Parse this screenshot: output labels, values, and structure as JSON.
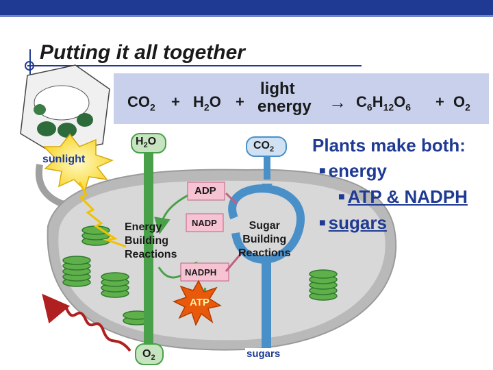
{
  "title": "Putting it all together",
  "equation": {
    "co2": "CO",
    "co2_sub": "2",
    "plus1": "+",
    "h2o": "H",
    "h2o_sub": "2",
    "h2o_o": "O",
    "plus2": "+",
    "light": "light",
    "energy": "energy",
    "arrow": "→",
    "c6": "C",
    "c6_sub": "6",
    "h12": "H",
    "h12_sub": "12",
    "o6": "O",
    "o6_sub": "6",
    "plus3": "+",
    "o2": "O",
    "o2_sub": "2"
  },
  "diagram": {
    "sunlight": "sunlight",
    "h2o": "H",
    "h2o_sub": "2",
    "h2o_o": "O",
    "co2": "CO",
    "co2_sub": "2",
    "adp": "ADP",
    "nadp": "NADP",
    "energy_building": [
      "Energy",
      "Building",
      "Reactions"
    ],
    "sugar_building": [
      "Sugar",
      "Building",
      "Reactions"
    ],
    "nadph": "NADPH",
    "atp": "ATP",
    "o2": "O",
    "o2_sub": "2",
    "sugars": "sugars"
  },
  "notes": {
    "heading": "Plants make both:",
    "bullets": [
      {
        "text": "energy",
        "level": 1
      },
      {
        "text": "ATP & NADPH",
        "level": 2
      },
      {
        "text": "sugars",
        "level": 1
      }
    ]
  },
  "colors": {
    "header": "#1f3a93",
    "equation_bg": "#c8d0ec",
    "chloroplast": "#b9b9b9",
    "green_arrow": "#48a048",
    "blue_cycle": "#4a90c8",
    "atp_burst": "#e8590c",
    "sunlight_bg": "#ffeb3b"
  }
}
